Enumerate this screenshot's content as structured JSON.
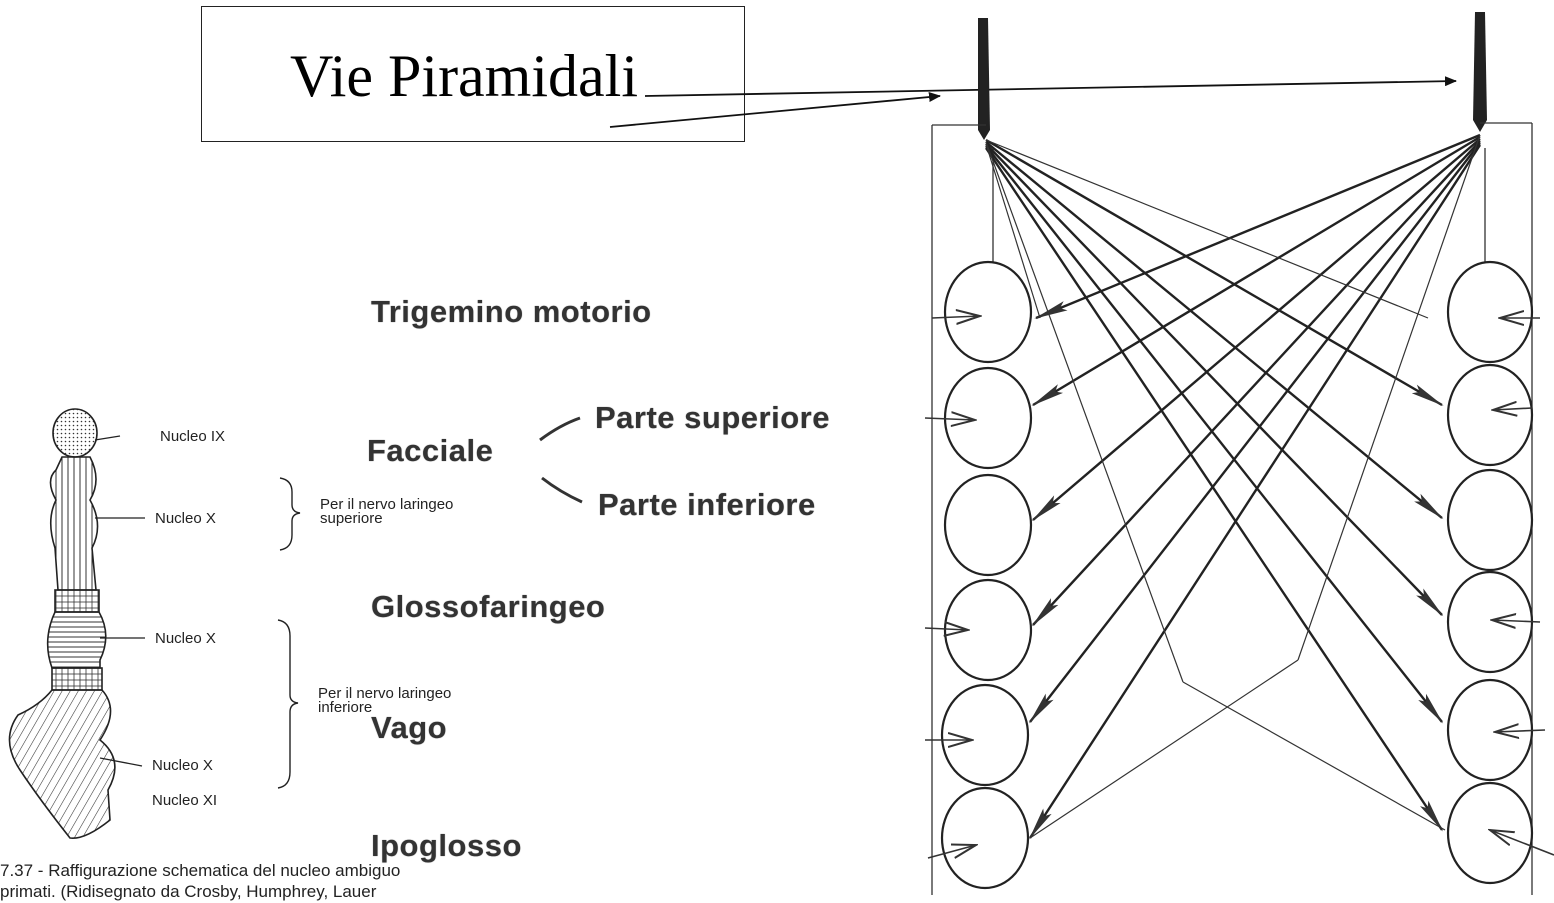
{
  "title": "Vie Piramidali",
  "nerves": {
    "trigemino": "Trigemino motorio",
    "facciale": "Facciale",
    "parte_superiore": "Parte superiore",
    "parte_inferiore": "Parte inferiore",
    "glossofaringeo": "Glossofaringeo",
    "vago": "Vago",
    "ipoglosso": "Ipoglosso"
  },
  "nucleus_labels": {
    "n_ix": "Nucleo IX",
    "n_x_1": "Nucleo X",
    "n_x_2": "Nucleo X",
    "n_x_3": "Nucleo X",
    "n_xi": "Nucleo XI",
    "brace_sup_1": "Per il nervo laringeo",
    "brace_sup_2": "superiore",
    "brace_inf_1": "Per il nervo laringeo",
    "brace_inf_2": "inferiore"
  },
  "caption": {
    "line1": "7.37 - Raffigurazione schematica del nucleo ambiguo",
    "line2": "primati. (Ridisegnato da Crosby, Humphrey, Lauer"
  }
}
